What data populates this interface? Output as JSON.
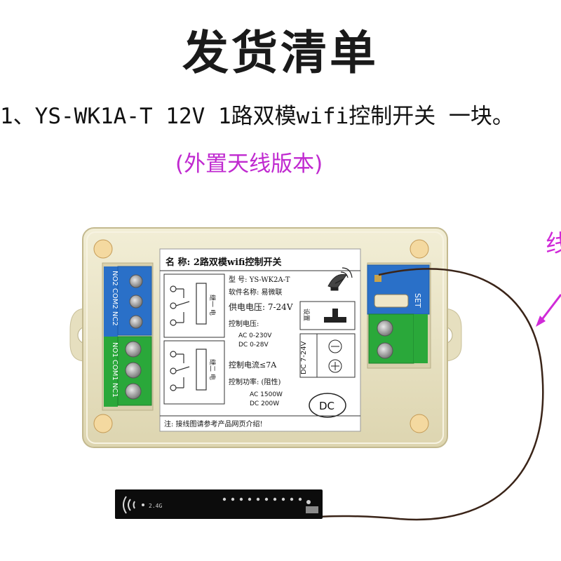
{
  "header": {
    "title": "发货清单",
    "item_line": "1、YS-WK1A-T 12V 1路双模wifi控制开关  一块。",
    "subtitle": "(外置天线版本)",
    "right_clipped_text": "线"
  },
  "device_label": {
    "name_line": "名 称: 2路双模wifi控制开关",
    "model_line": "型    号: YS-WK2A-T",
    "software_line": "软件名称: 易微联",
    "supply_line": "供电电压: 7-24V",
    "control_voltage_title": "控制电压:",
    "control_voltage_ac": "AC 0-230V",
    "control_voltage_dc": "DC 0-28V",
    "control_current": "控制电流≤7A",
    "control_power_title": "控制功率: (阻性)",
    "control_power_ac": "AC 1500W",
    "control_power_dc": "DC 200W",
    "dc_badge": "DC",
    "power_box_label": "DC 7-24V",
    "set_box_label": "设置",
    "relay1_label": "继一 电",
    "relay2_label": "继二 电",
    "note": "注: 接线图请参考产品网页介绍!"
  },
  "terminals": {
    "left_top": "NO2 COM2 NC2",
    "left_bottom": "NO1 COM1 NC1",
    "right_set": "SET"
  },
  "colors": {
    "enclosure": "#ece6c8",
    "terminal_blue": "#2a70c8",
    "terminal_green": "#2aa83a",
    "antenna_pcb": "#0c0c0c",
    "subtitle_purple": "#c02ad0",
    "cable": "#3a2418"
  }
}
